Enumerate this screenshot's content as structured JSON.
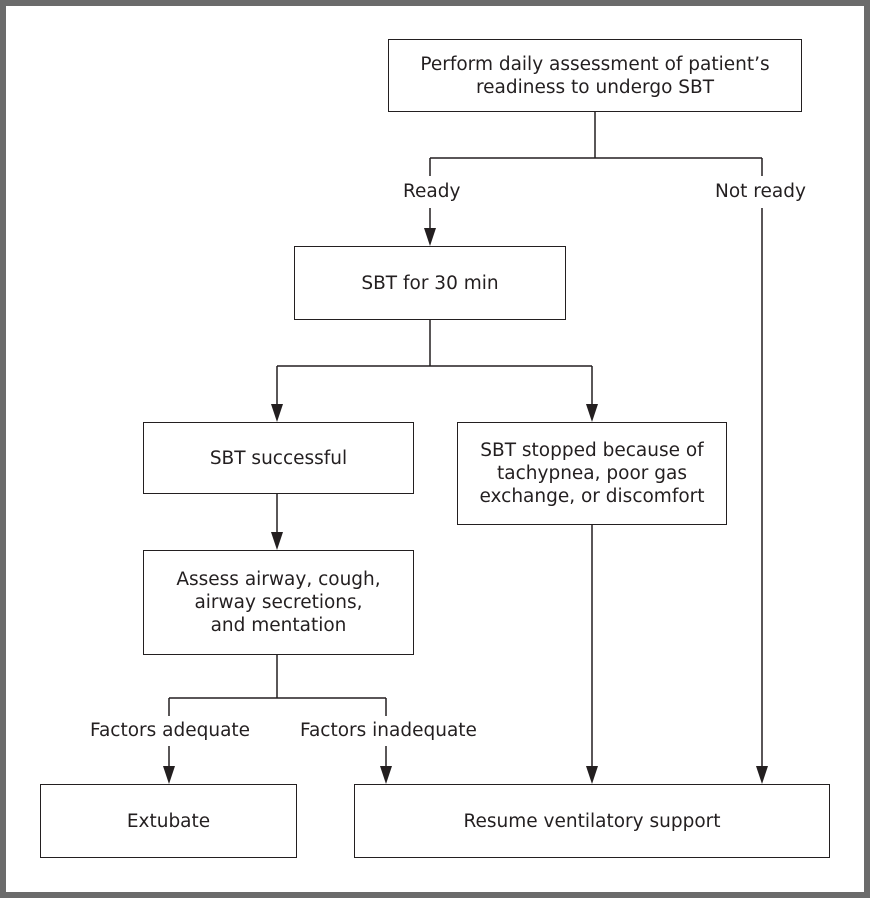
{
  "boxes": {
    "assessment": "Perform daily assessment of patient’s\nreadiness to undergo SBT",
    "sbt_trial": "SBT for 30 min",
    "sbt_successful": "SBT successful",
    "sbt_stopped": "SBT stopped because of\ntachypnea, poor gas\nexchange, or discomfort",
    "assess_airway": "Assess airway, cough,\nairway secretions,\nand mentation",
    "extubate": "Extubate",
    "resume_support": "Resume ventilatory support"
  },
  "labels": {
    "ready": "Ready",
    "not_ready": "Not ready",
    "factors_adequate": "Factors adequate",
    "factors_inadequate": "Factors inadequate"
  }
}
